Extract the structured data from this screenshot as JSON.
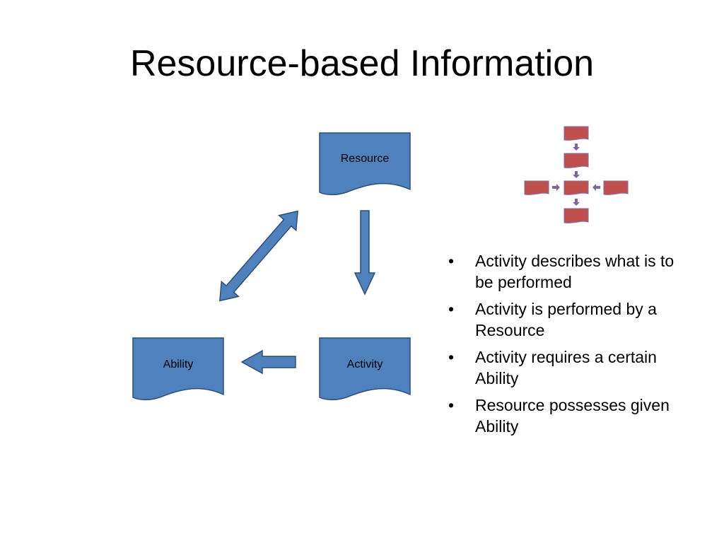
{
  "slide": {
    "title": "Resource-based Information"
  },
  "diagram": {
    "nodes": {
      "resource": "Resource",
      "ability": "Ability",
      "activity": "Activity"
    },
    "colors": {
      "node_fill": "#4F81BD",
      "node_stroke": "#2C4F7A",
      "thumb_fill": "#C0504D",
      "thumb_stroke": "#7F6AA8",
      "thumb_arrow": "#8064A2"
    }
  },
  "bullets": [
    "Activity describes what is to be performed",
    "Activity is performed by a Resource",
    "Activity requires a certain Ability",
    "Resource possesses given Ability"
  ],
  "bullet_glyph": "•"
}
